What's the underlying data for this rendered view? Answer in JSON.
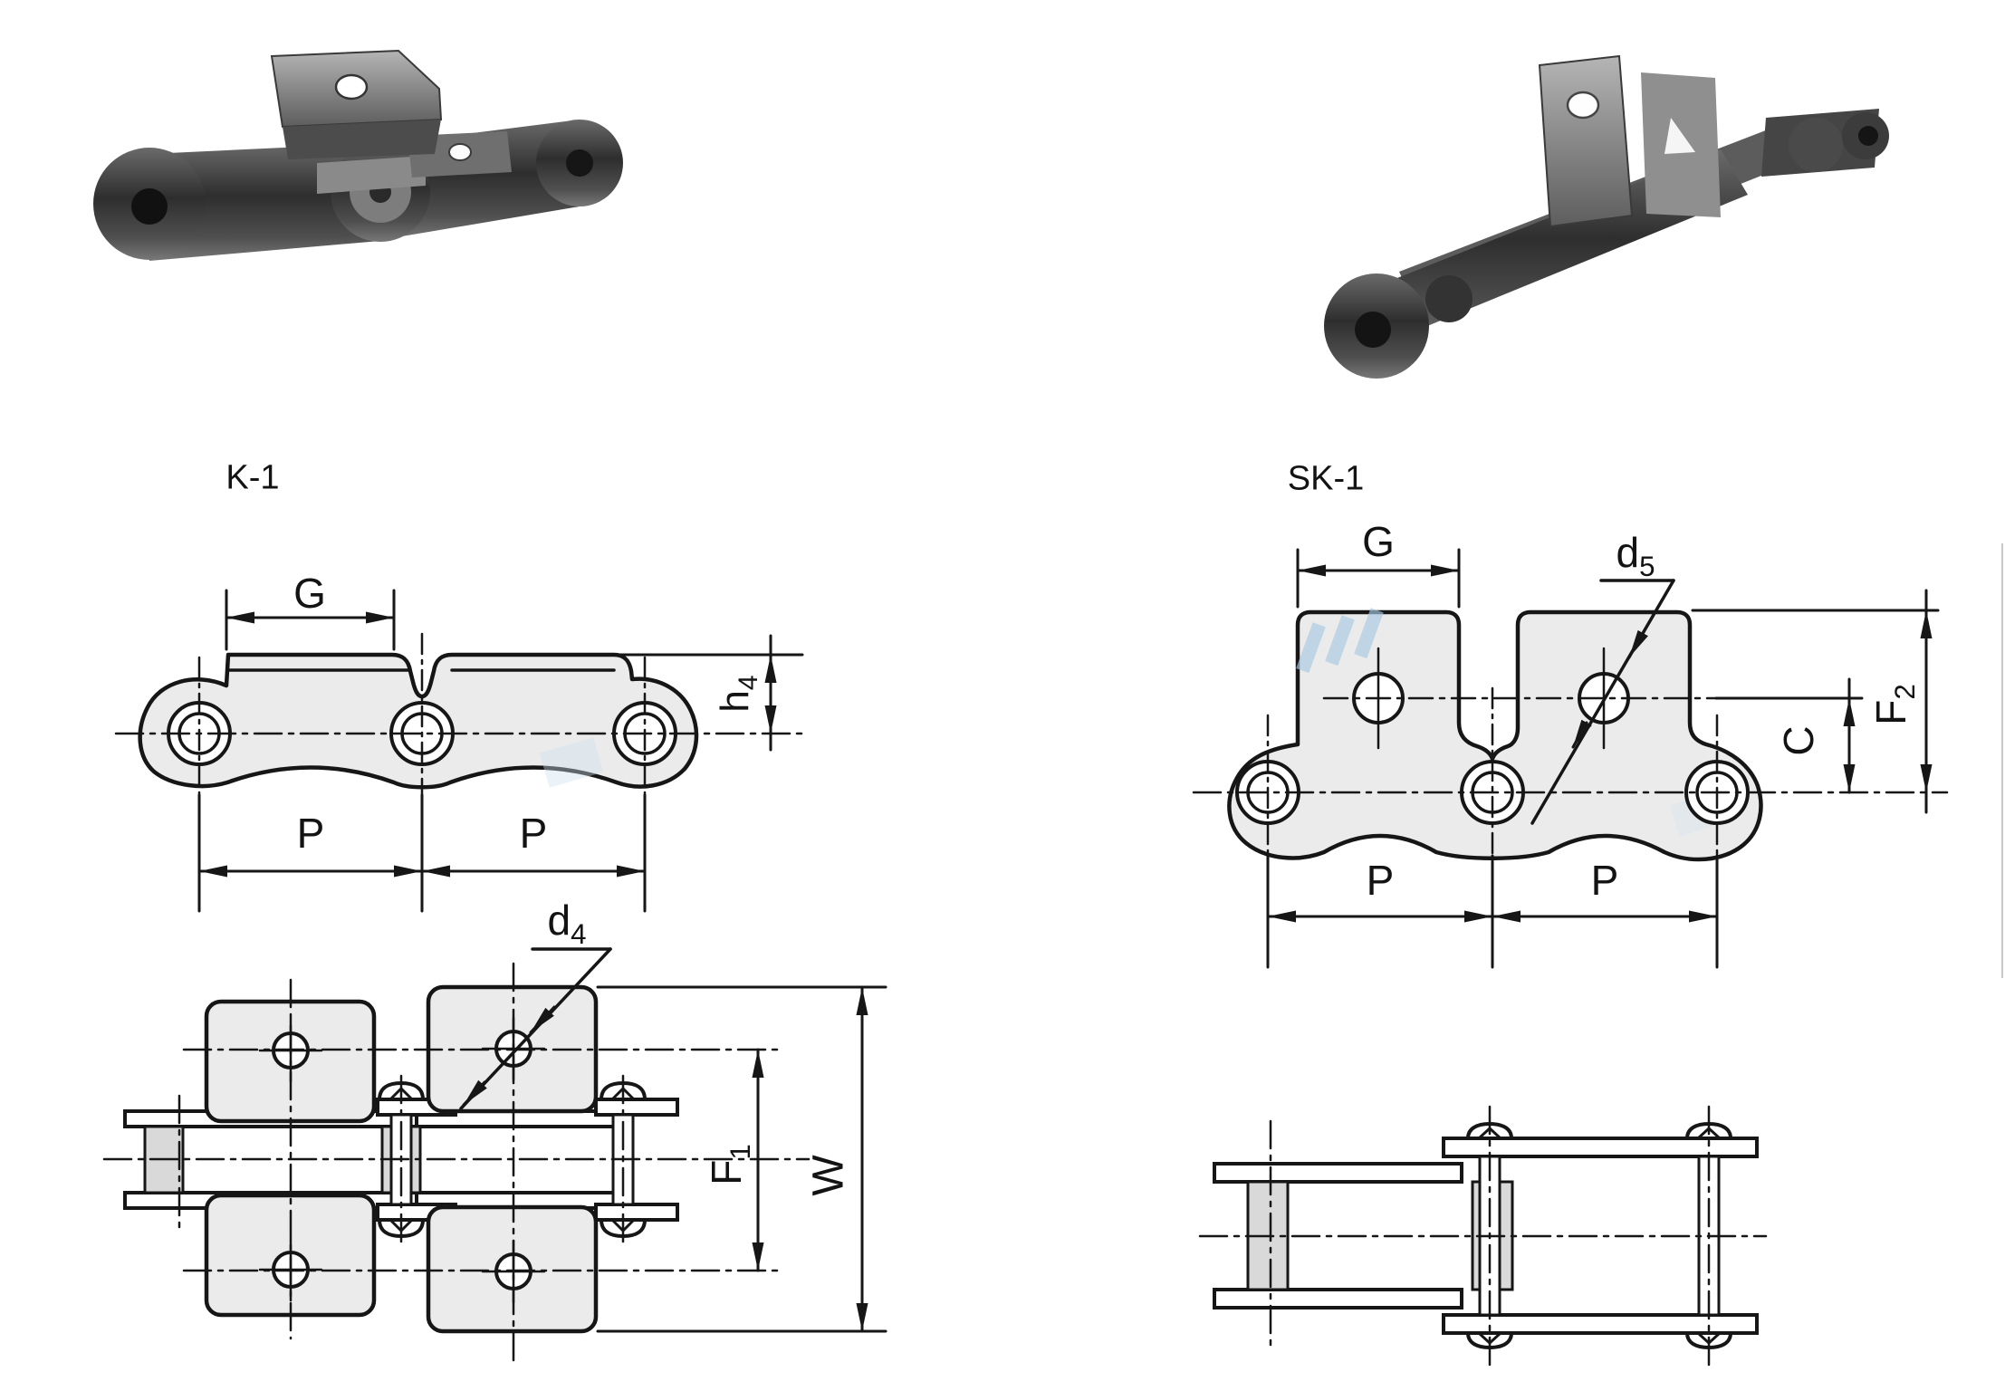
{
  "colors": {
    "line": "#161616",
    "plate_fill": "#ebebeb",
    "roller_fill": "#d9d9d9",
    "watermark_blue": "#a9c9e2",
    "background": "#ffffff"
  },
  "photos": {
    "k1_alt": "Roller chain with K-1 bent attachment plates (photo)",
    "sk1_alt": "Roller chain with SK-1 straight attachment plates (photo)"
  },
  "k1": {
    "label": "K-1",
    "side": {
      "G": "G",
      "h4_base": "h",
      "h4_sub": "4",
      "P_left": "P",
      "P_right": "P"
    },
    "plan": {
      "d4_base": "d",
      "d4_sub": "4",
      "F1_base": "F",
      "F1_sub": "1",
      "W": "W"
    }
  },
  "sk1": {
    "label": "SK-1",
    "side": {
      "G": "G",
      "d5_base": "d",
      "d5_sub": "5",
      "F2_base": "F",
      "F2_sub": "2",
      "C": "C",
      "P_left": "P",
      "P_right": "P"
    }
  }
}
